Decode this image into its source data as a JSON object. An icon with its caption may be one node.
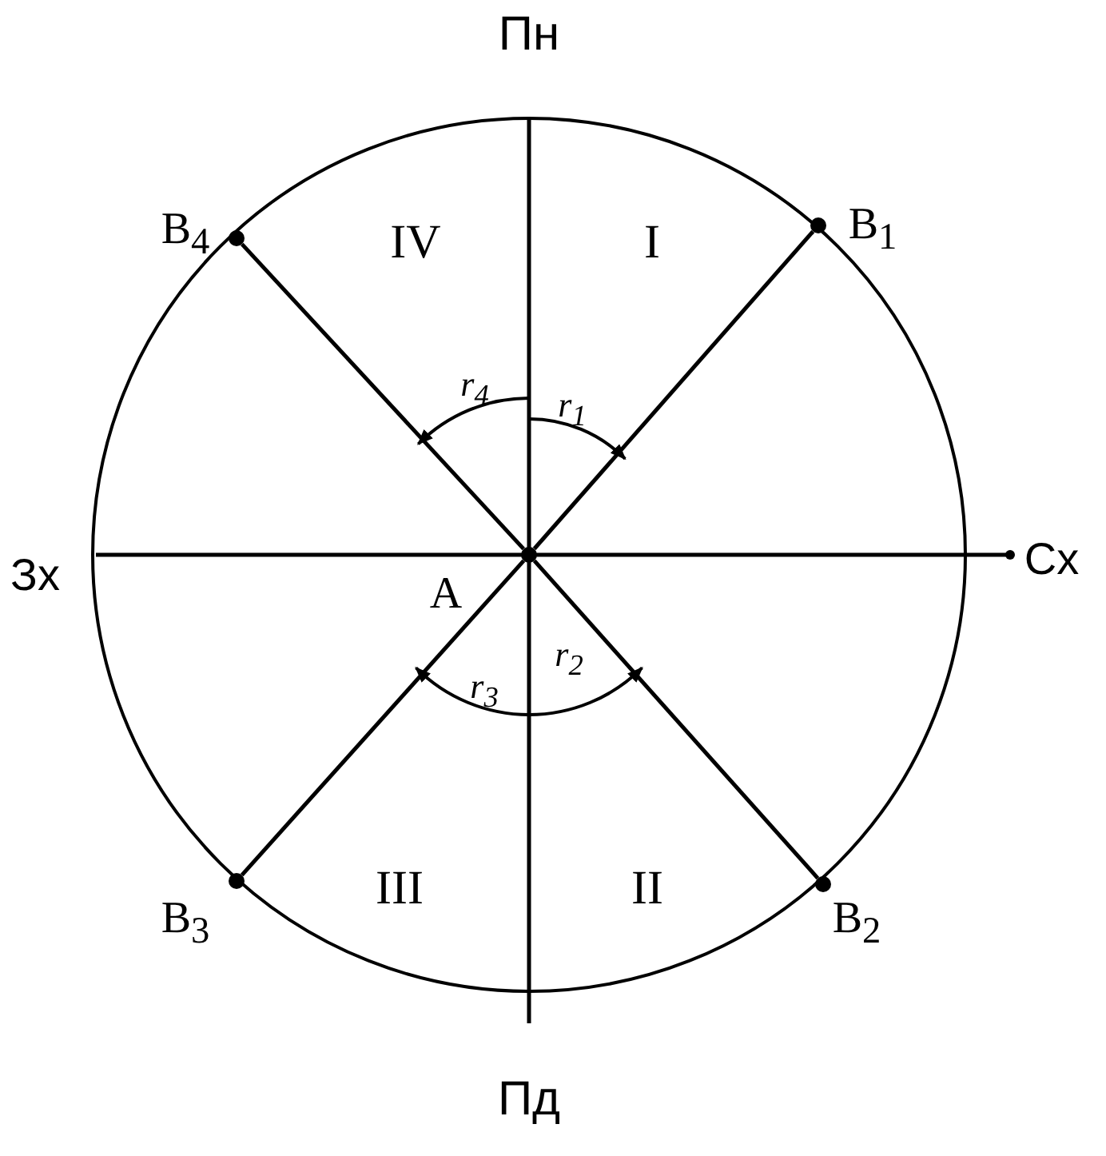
{
  "diagram": {
    "nodes": [
      {
        "text": [
          "A"
        ]
      },
      {
        "text": [
          "В$_{1}$"
        ]
      },
      {
        "text": [
          "В$_{2}$"
        ]
      },
      {
        "text": [
          "В$_{3}$"
        ]
      },
      {
        "text": [
          "В$_{4}$"
        ]
      }
    ],
    "edges": [
      {
        "from": 0,
        "to": 1,
        "arrow": "none"
      },
      {
        "from": 0,
        "to": 2,
        "arrow": "none"
      },
      {
        "from": 0,
        "to": 3,
        "arrow": "none"
      },
      {
        "from": 0,
        "to": 4,
        "arrow": "none"
      }
    ],
    "labels": [
      "Пн",
      "IV",
      "I",
      "r$_{4}$",
      "r$_{1}$",
      "Зх",
      "Сх",
      "r$_{3}$",
      "r$_{2}$",
      "III",
      "II",
      "Пд"
    ]
  }
}
